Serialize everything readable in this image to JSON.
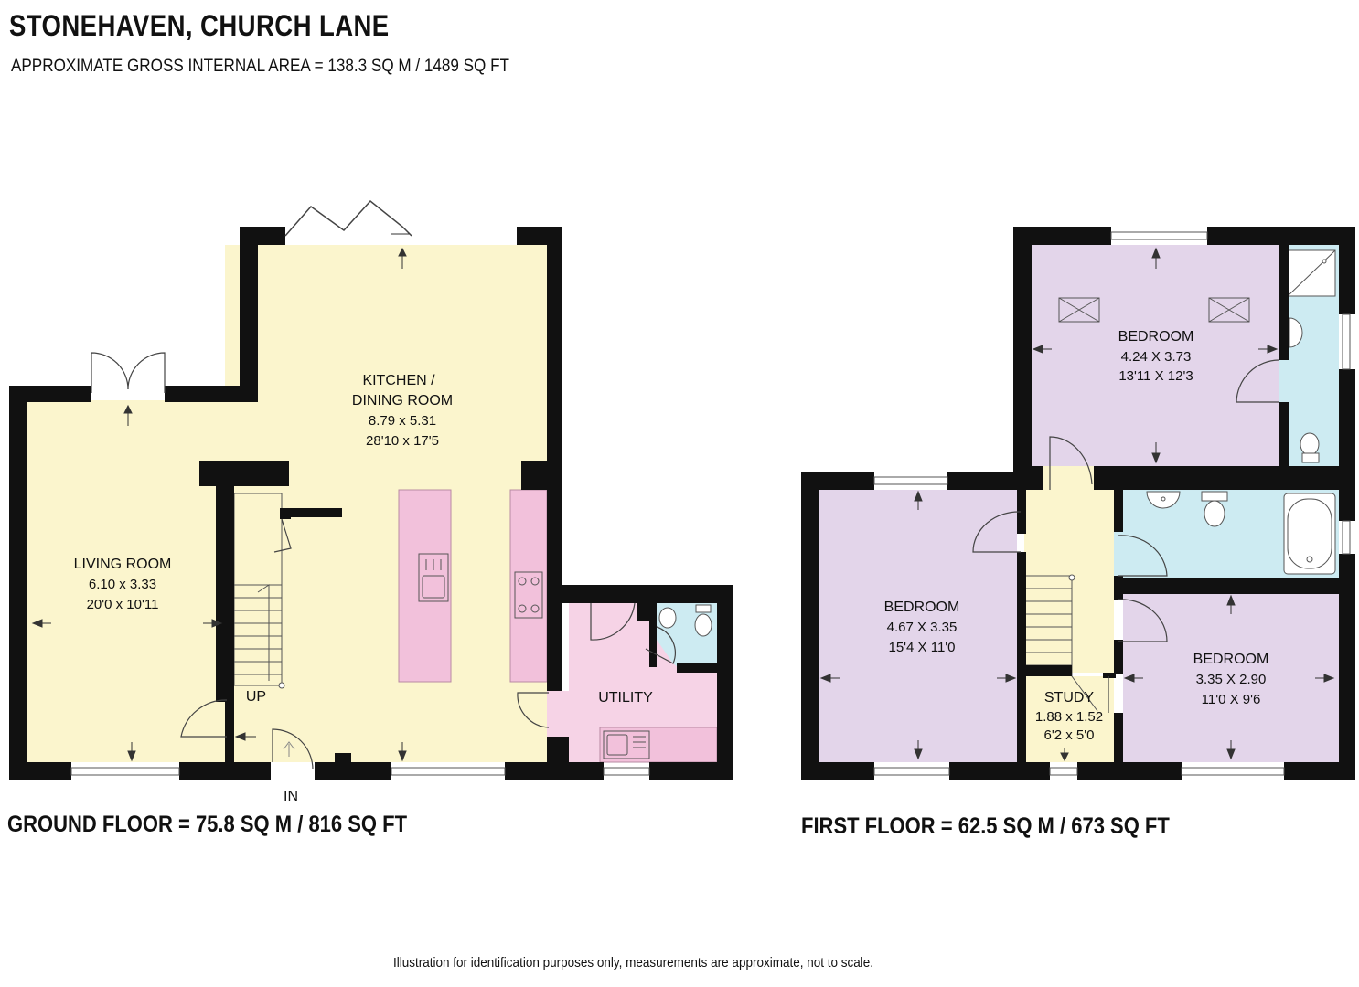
{
  "header": {
    "title": "STONEHAVEN, CHURCH LANE",
    "subtitle": "APPROXIMATE GROSS INTERNAL AREA = 138.3 SQ M / 1489 SQ FT"
  },
  "ground_floor": {
    "label": "GROUND FLOOR  = 75.8 SQ M / 816 SQ FT",
    "living_room": {
      "name": "LIVING ROOM",
      "metric": "6.10 x 3.33",
      "imperial": "20'0 x 10'11"
    },
    "kitchen": {
      "name_line1": "KITCHEN /",
      "name_line2": "DINING ROOM",
      "metric": "8.79 x 5.31",
      "imperial": "28'10 x 17'5"
    },
    "utility": {
      "name": "UTILITY"
    },
    "stairs_label": "UP",
    "entrance_label": "IN"
  },
  "first_floor": {
    "label": "FIRST FLOOR = 62.5 SQ M / 673 SQ FT",
    "bedroom_top": {
      "name": "BEDROOM",
      "metric": "4.24 X 3.73",
      "imperial": "13'11 X 12'3"
    },
    "bedroom_left": {
      "name": "BEDROOM",
      "metric": "4.67 X 3.35",
      "imperial": "15'4 X 11'0"
    },
    "bedroom_right": {
      "name": "BEDROOM",
      "metric": "3.35 X 2.90",
      "imperial": "11'0 X 9'6"
    },
    "study": {
      "name": "STUDY",
      "metric": "1.88 x 1.52",
      "imperial": "6'2 x 5'0"
    }
  },
  "footer": {
    "disclaimer": "Illustration for identification purposes only, measurements are approximate, not to scale."
  },
  "colors": {
    "wall": "#111111",
    "yellow_room": "#fbf5cd",
    "pink_room": "#f6d3e6",
    "pink_counter": "#f2c1db",
    "blue_room": "#cdebf2",
    "purple_room": "#e3d5ea"
  }
}
